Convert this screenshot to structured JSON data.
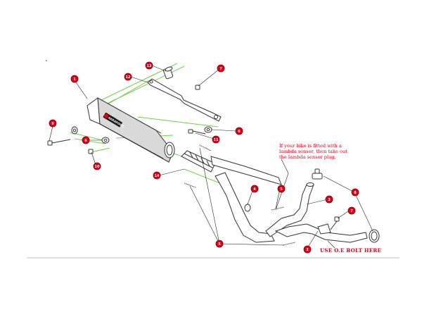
{
  "colors": {
    "callout_fill": "#e0001b",
    "note_text": "#e0001b",
    "guide_line": "#6fd24a",
    "outline": "#333333",
    "muffler_fill": "#d9d9d9",
    "end_cap_fill": "#8a8a8a"
  },
  "note": {
    "lines": [
      "If your bike is fitted with a",
      "lambda sensor, then take out",
      "the lambda sensor plug."
    ]
  },
  "instruction": "USE O.E BOLT HERE",
  "logo": {
    "text": "AKRAPOVIC",
    "icon": "brand-logo-icon"
  },
  "callouts": [
    {
      "label": "1"
    },
    {
      "label": "12"
    },
    {
      "label": "13"
    },
    {
      "label": "7"
    },
    {
      "label": "6"
    },
    {
      "label": "11"
    },
    {
      "label": "9"
    },
    {
      "label": "6"
    },
    {
      "label": "10"
    },
    {
      "label": "14"
    },
    {
      "label": "4"
    },
    {
      "label": "5"
    },
    {
      "label": "3"
    },
    {
      "label": "8"
    },
    {
      "label": "7"
    },
    {
      "label": "2"
    },
    {
      "label": "5"
    }
  ]
}
